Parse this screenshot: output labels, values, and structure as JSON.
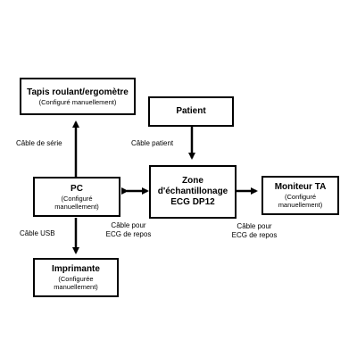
{
  "nodes": {
    "treadmill": {
      "title": "Tapis roulant/ergomètre",
      "sub": "(Configuré manuellement)"
    },
    "patient": {
      "title": "Patient"
    },
    "pc": {
      "title": "PC",
      "sub1": "(Configuré",
      "sub2": "manuellement)"
    },
    "zone": {
      "line1": "Zone",
      "line2": "d'échantillonage",
      "line3": "ECG DP12"
    },
    "monitor": {
      "title": "Moniteur TA",
      "sub1": "(Configuré",
      "sub2": "manuellement)"
    },
    "printer": {
      "title": "Imprimante",
      "sub1": "(Configurée",
      "sub2": "manuellement)"
    }
  },
  "edges": {
    "serial_cable": "Câble de série",
    "patient_cable": "Câble patient",
    "usb_cable": "Câble USB",
    "rest_ecg_cable_1": {
      "line1": "Câble pour",
      "line2": "ECG de repos"
    },
    "rest_ecg_cable_2": {
      "line1": "Câble pour",
      "line2": "ECG de repos"
    }
  },
  "colors": {
    "stroke": "#000000",
    "background": "#ffffff"
  }
}
